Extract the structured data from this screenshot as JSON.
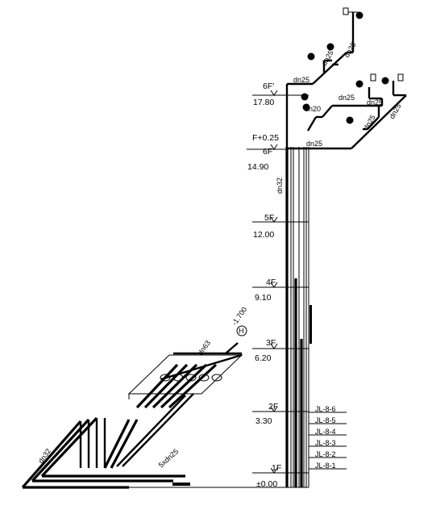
{
  "floors": [
    {
      "name": "6F'",
      "elevation": "17.80"
    },
    {
      "name": "6F",
      "elevation": "14.90",
      "extra": "F+0.25"
    },
    {
      "name": "5F",
      "elevation": "12.00"
    },
    {
      "name": "4F",
      "elevation": "9.10"
    },
    {
      "name": "3F",
      "elevation": "6.20"
    },
    {
      "name": "2F",
      "elevation": "3.30"
    },
    {
      "name": "1F",
      "elevation": "±0.00"
    }
  ],
  "risers": [
    "JL-8-6",
    "JL-8-5",
    "JL-8-4",
    "JL-8-3",
    "JL-8-2",
    "JL-8-1"
  ],
  "pipe_labels": {
    "dn25": "dn25",
    "dn32": "dn32",
    "dn20": "dn20",
    "dn63": "dn63",
    "five_dn25": "5xdn25",
    "neg": "-1.700",
    "H": "H"
  }
}
